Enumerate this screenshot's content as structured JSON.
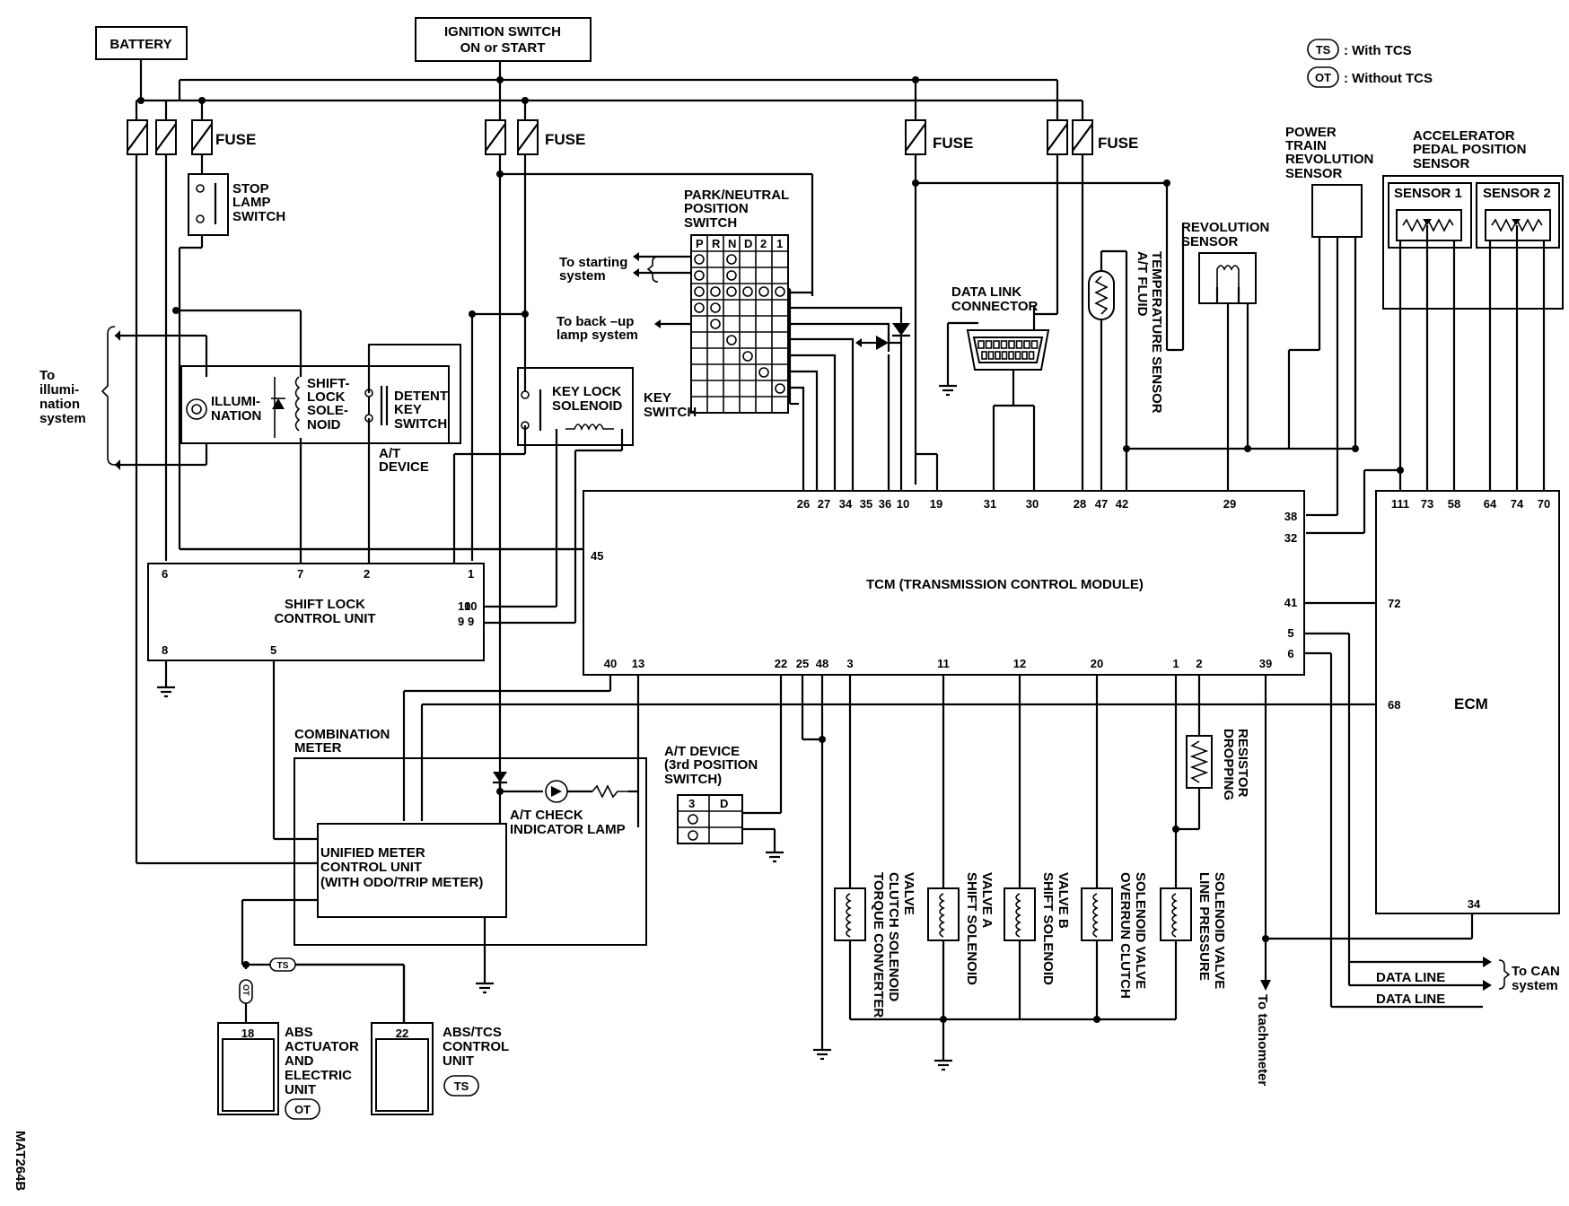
{
  "legend": {
    "ts_mark": "TS",
    "ts_text": ": With TCS",
    "ot_mark": "OT",
    "ot_text": ": Without TCS"
  },
  "power": {
    "battery": "BATTERY",
    "ignition_l1": "IGNITION SWITCH",
    "ignition_l2": "ON or START",
    "fuse": "FUSE"
  },
  "stop_lamp": [
    "STOP",
    "LAMP",
    "SWITCH"
  ],
  "illumination": {
    "to_l1": "To",
    "to_l2": "illumi-",
    "to_l3": "nation",
    "to_l4": "system",
    "illum_l1": "ILLUMI-",
    "illum_l2": "NATION",
    "shift_lock": [
      "SHIFT-",
      "LOCK",
      "SOLE-",
      "NOID"
    ],
    "detent": [
      "DETENT",
      "KEY",
      "SWITCH"
    ],
    "at_device": [
      "A/T",
      "DEVICE"
    ]
  },
  "key_lock": {
    "sol": [
      "KEY LOCK",
      "SOLENOID"
    ],
    "key_switch": [
      "KEY",
      "SWITCH"
    ]
  },
  "pnp": {
    "title": [
      "PARK/NEUTRAL",
      "POSITION",
      "SWITCH"
    ],
    "cols": [
      "P",
      "R",
      "N",
      "D",
      "2",
      "1"
    ],
    "to_starting": [
      "To starting",
      "system"
    ],
    "to_backup": [
      "To back –up",
      "lamp system"
    ]
  },
  "dlc": [
    "DATA LINK",
    "CONNECTOR"
  ],
  "at_fluid": [
    "A/T FLUID",
    "TEMPERATURE SENSOR"
  ],
  "rev_sensor": [
    "REVOLUTION",
    "SENSOR"
  ],
  "ptr_sensor": [
    "POWER",
    "TRAIN",
    "REVOLUTION",
    "SENSOR"
  ],
  "app_sensor": {
    "title": [
      "ACCELERATOR",
      "PEDAL POSITION",
      "SENSOR"
    ],
    "s1": "SENSOR 1",
    "s2": "SENSOR 2"
  },
  "tcm": {
    "title": "TCM (TRANSMISSION CONTROL MODULE)",
    "top_pins": [
      "26",
      "27",
      "34",
      "35",
      "36",
      "10",
      "19",
      "31",
      "30",
      "28",
      "47",
      "42",
      "29"
    ],
    "right_pins": [
      "38",
      "32",
      "41",
      "5",
      "6"
    ],
    "bottom_pins": [
      "40",
      "13",
      "22",
      "25",
      "48",
      "3",
      "11",
      "12",
      "20",
      "1",
      "2",
      "39"
    ],
    "left_pins": [
      "45",
      "10",
      "9"
    ]
  },
  "ecm": {
    "title": "ECM",
    "top_pins": [
      "111",
      "73",
      "58",
      "64",
      "74",
      "70"
    ],
    "left_pins": [
      "72",
      "68"
    ],
    "bottom_pin": "34"
  },
  "slcu": {
    "title_l1": "SHIFT LOCK",
    "title_l2": "CONTROL UNIT",
    "pins": [
      "6",
      "7",
      "2",
      "1",
      "10",
      "9",
      "8",
      "5"
    ]
  },
  "combination_meter": [
    "COMBINATION",
    "METER"
  ],
  "umcu": [
    "UNIFIED METER",
    "CONTROL UNIT",
    "(WITH ODO/TRIP METER)"
  ],
  "at_check": [
    "A/T CHECK",
    "INDICATOR LAMP"
  ],
  "at_device_3rd": {
    "title": [
      "A/T DEVICE",
      "(3rd POSITION",
      "SWITCH)"
    ],
    "cols": [
      "3",
      "D"
    ]
  },
  "dropping_resistor": [
    "DROPPING",
    "RESISTOR"
  ],
  "valves": [
    [
      "TORQUE CONVERTER",
      "CLUTCH SOLENOID",
      "VALVE"
    ],
    [
      "SHIFT SOLENOID",
      "VALVE A"
    ],
    [
      "SHIFT SOLENOID",
      "VALVE B"
    ],
    [
      "OVERRUN CLUTCH",
      "SOLENOID VALVE"
    ],
    [
      "LINE PRESSURE",
      "SOLENOID VALVE"
    ]
  ],
  "to_tachometer": "To tachometer",
  "can": {
    "data_line": "DATA LINE",
    "to_can_l1": "To CAN",
    "to_can_l2": "system"
  },
  "abs": {
    "pin": "18",
    "lines": [
      "ABS",
      "ACTUATOR",
      "AND",
      "ELECTRIC",
      "UNIT"
    ],
    "mark": "OT"
  },
  "abs_tcs": {
    "pin": "22",
    "lines": [
      "ABS/TCS",
      "CONTROL",
      "UNIT"
    ],
    "mark": "TS"
  },
  "ts_mark": "TS",
  "ot_mark": "OT",
  "figure_id": "MAT264B"
}
